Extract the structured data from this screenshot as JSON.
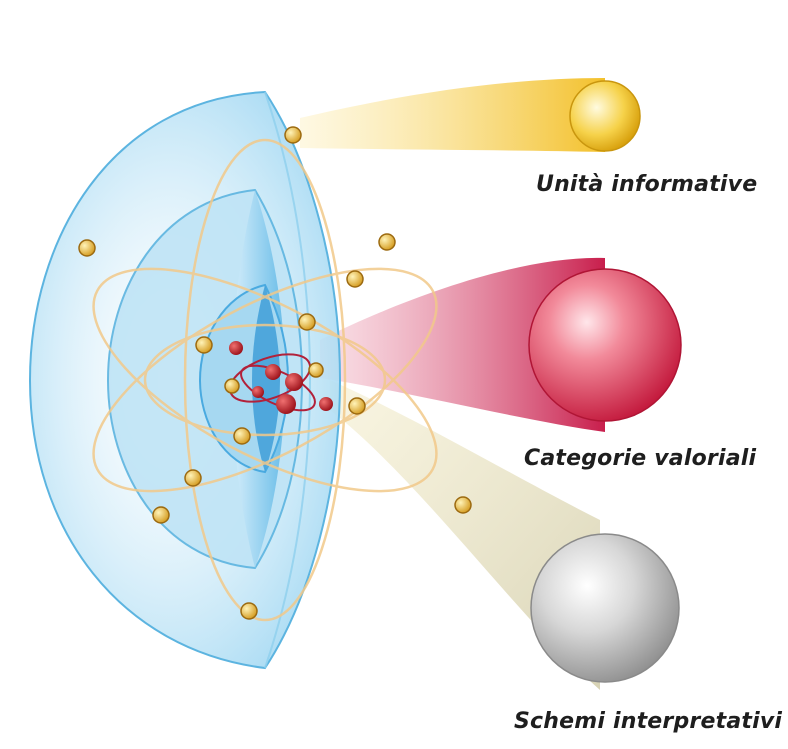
{
  "labels": {
    "unita": "Unità informative",
    "categorie": "Categorie valoriali",
    "schemi": "Schemi interpretativi"
  },
  "colors": {
    "shell_blue": "#8fd0ee",
    "electron_gold": "#e6b43a",
    "nucleus_red": "#c0202a",
    "tail_gold": "#f5c43a",
    "tail_red": "#d23a5a",
    "tail_grey": "#e9e4c4"
  }
}
